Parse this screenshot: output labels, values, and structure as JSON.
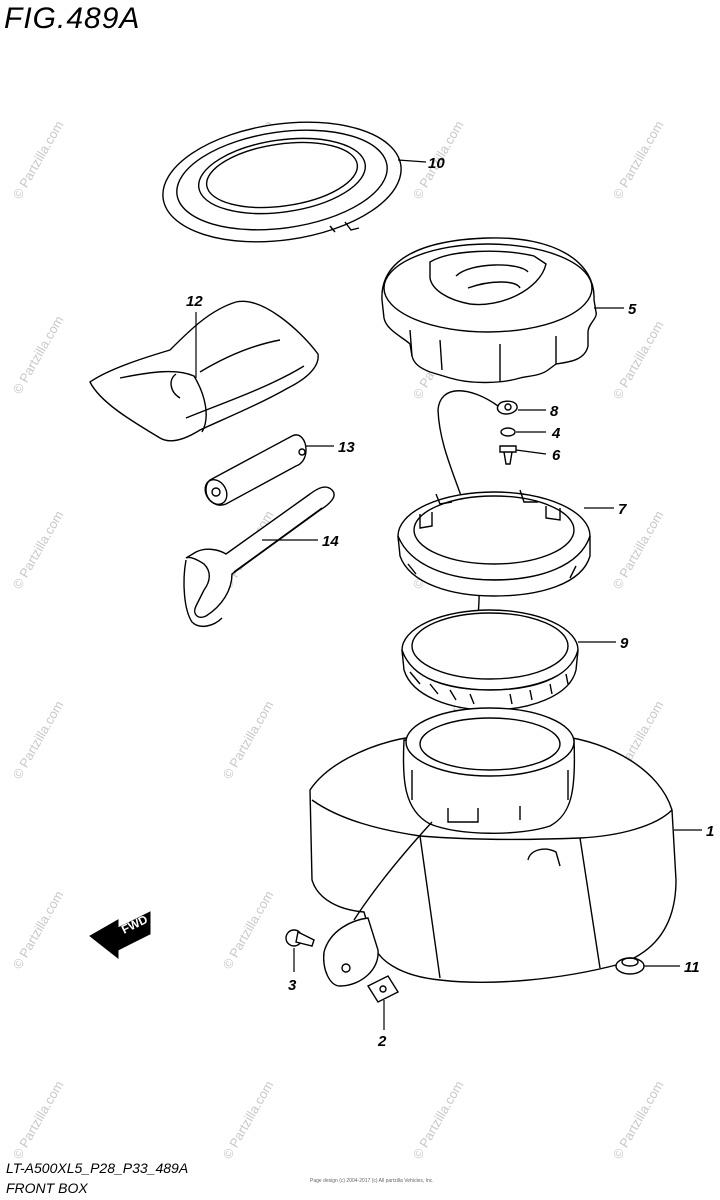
{
  "figure": {
    "title": "FIG.489A",
    "code": "LT-A500XL5_P28_P33_489A",
    "name": "FRONT BOX",
    "copyright": "Page design (c) 2004-2017 (c) All partzilla Vehicles, Inc."
  },
  "watermark": "© Partzilla.com",
  "fwd_label": "FWD",
  "callouts": {
    "c1": "1",
    "c2": "2",
    "c3": "3",
    "c4": "4",
    "c5": "5",
    "c6": "6",
    "c7": "7",
    "c8": "8",
    "c9": "9",
    "c10": "10",
    "c11": "11",
    "c12": "12",
    "c13": "13",
    "c14": "14"
  }
}
